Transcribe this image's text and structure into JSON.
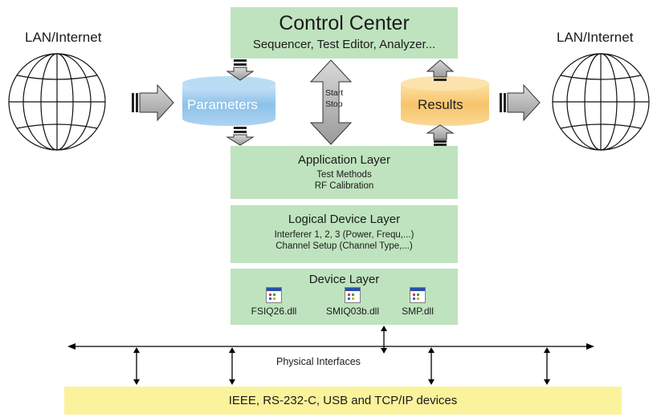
{
  "lan_left": {
    "label": "LAN/Internet"
  },
  "lan_right": {
    "label": "LAN/Internet"
  },
  "control_center": {
    "title": "Control Center",
    "subtitle": "Sequencer, Test Editor, Analyzer..."
  },
  "parameters": {
    "label": "Parameters",
    "color": "#7fb8e6"
  },
  "results": {
    "label": "Results",
    "color": "#f7c46a"
  },
  "start_stop": {
    "start": "Start",
    "stop": "Stop"
  },
  "application_layer": {
    "title": "Application Layer",
    "lines": [
      "Test Methods",
      "RF Calibration"
    ]
  },
  "logical_device_layer": {
    "title": "Logical Device Layer",
    "lines": [
      "Interferer  1, 2, 3 (Power, Frequ,...)",
      "Channel Setup (Channel Type,...)"
    ]
  },
  "device_layer": {
    "title": "Device Layer",
    "dlls": [
      "FSIQ26.dll",
      "SMIQ03b.dll",
      "SMP.dll"
    ]
  },
  "physical_interfaces": {
    "label": "Physical Interfaces"
  },
  "devices_bar": {
    "label": "IEEE, RS-232-C, USB and TCP/IP devices",
    "color": "#fbf29c"
  },
  "colors": {
    "layer_green": "#bfe3bf",
    "arrow_gray": "#b4b4b4"
  }
}
